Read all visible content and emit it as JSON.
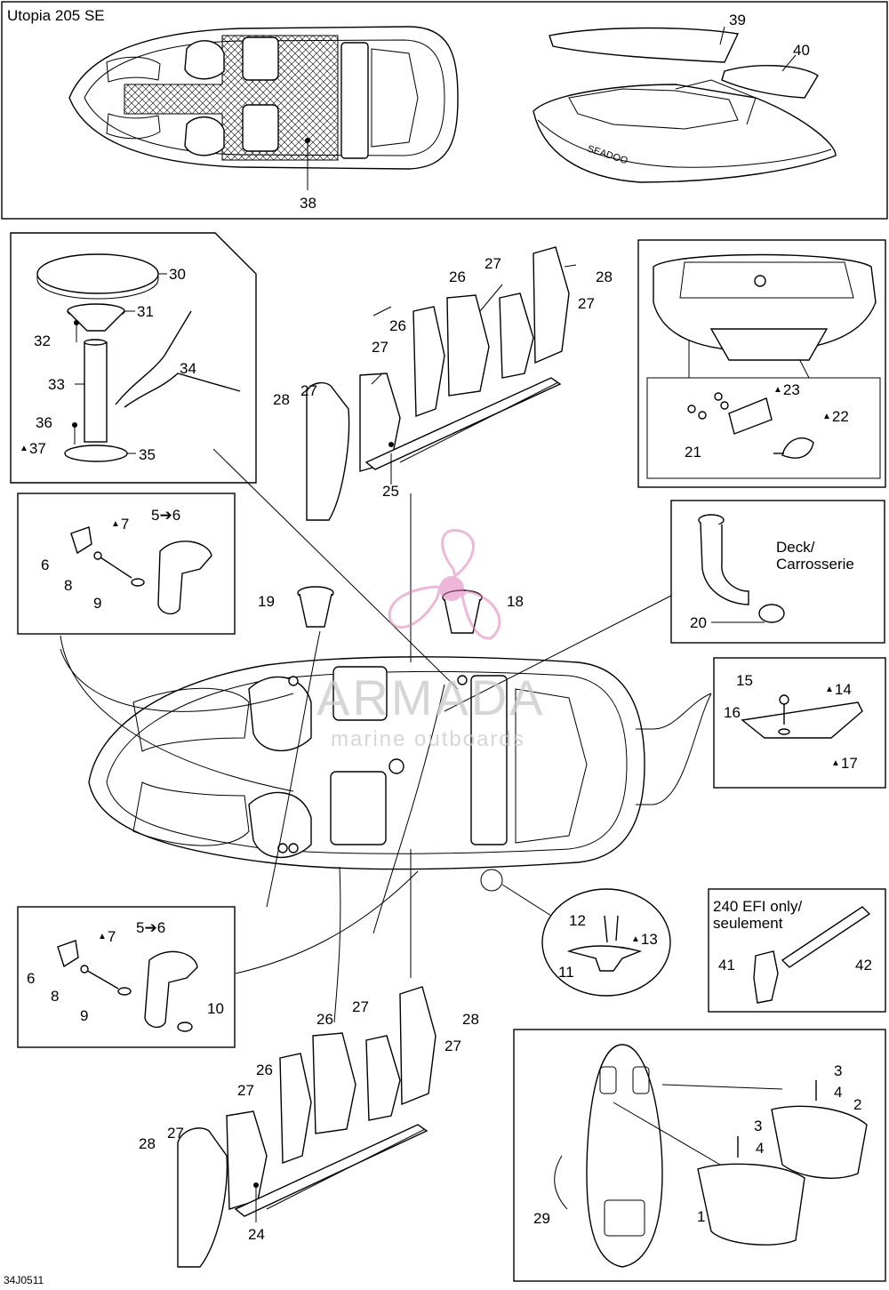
{
  "titles": {
    "model": "Utopia 205 SE",
    "deck_note_line1": "Deck/",
    "deck_note_line2": "Carrosserie",
    "efi_note_line1": "240 EFI only/",
    "efi_note_line2": "seulement",
    "drawing_code": "34J0511"
  },
  "watermark": {
    "brand": "ARMADA",
    "tagline": "marine outboards"
  },
  "labels": {
    "l1": "1",
    "l2": "2",
    "l3a": "3",
    "l3b": "3",
    "l4a": "4",
    "l4b": "4",
    "l5a": "5➔6",
    "l5b": "5➔6",
    "l6a": "6",
    "l6b": "6",
    "l7a": "7",
    "l7b": "7",
    "l8a": "8",
    "l8b": "8",
    "l9a": "9",
    "l9b": "9",
    "l10": "10",
    "l11": "11",
    "l12": "12",
    "l13": "13",
    "l14": "14",
    "l15": "15",
    "l16": "16",
    "l17": "17",
    "l18": "18",
    "l19": "19",
    "l20": "20",
    "l21": "21",
    "l22": "22",
    "l23": "23",
    "l24": "24",
    "l25": "25",
    "l26a": "26",
    "l26b": "26",
    "l26c": "26",
    "l26d": "26",
    "l27a": "27",
    "l27b": "27",
    "l27c": "27",
    "l27d": "27",
    "l27e": "27",
    "l27f": "27",
    "l27g": "27",
    "l27h": "27",
    "l28a": "28",
    "l28b": "28",
    "l28c": "28",
    "l28d": "28",
    "l29": "29",
    "l30": "30",
    "l31": "31",
    "l32": "32",
    "l33": "33",
    "l34": "34",
    "l35": "35",
    "l36": "36",
    "l37": "37",
    "l38": "38",
    "l39": "39",
    "l40": "40",
    "l41": "41",
    "l42": "42"
  },
  "colors": {
    "line": "#000000",
    "watermark_text": "#c9c9c9",
    "watermark_logo": "#e07fb8"
  }
}
